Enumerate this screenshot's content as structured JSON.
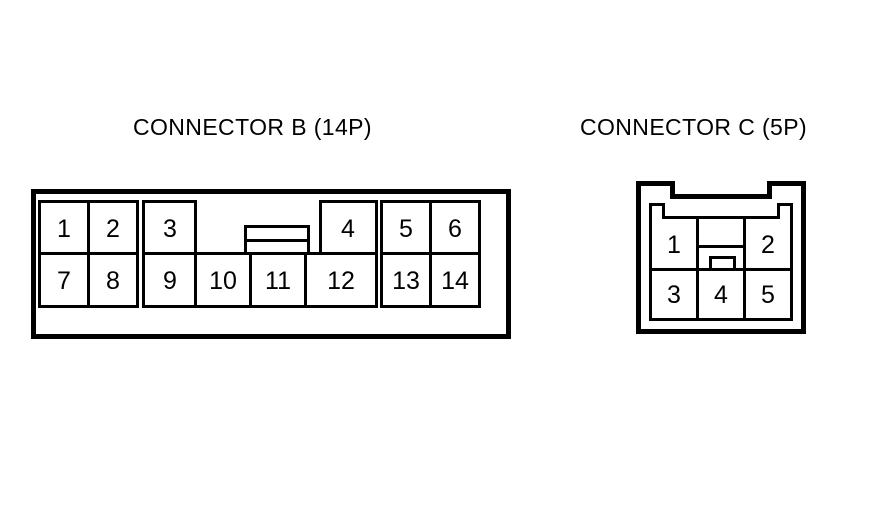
{
  "page": {
    "background_color": "#ffffff",
    "line_color": "#000000",
    "type": "connector-pinout-diagram"
  },
  "connectors": [
    {
      "id": "connector-b",
      "title": "CONNECTOR B (14P)",
      "pin_count": "14P",
      "name": "CONNECTOR B",
      "rows": [
        {
          "row": "top",
          "pins": [
            "1",
            "2",
            "3",
            "4",
            "5",
            "6"
          ]
        },
        {
          "row": "bottom",
          "pins": [
            "7",
            "8",
            "9",
            "10",
            "11",
            "12",
            "13",
            "14"
          ]
        }
      ],
      "pins": [
        "1",
        "2",
        "3",
        "4",
        "5",
        "6",
        "7",
        "8",
        "9",
        "10",
        "11",
        "12",
        "13",
        "14"
      ],
      "center_tab": "locking-tab"
    },
    {
      "id": "connector-c",
      "title": "CONNECTOR C (5P)",
      "pin_count": "5P",
      "name": "CONNECTOR C",
      "rows": [
        {
          "row": "top",
          "pins": [
            "1",
            "2"
          ]
        },
        {
          "row": "bottom",
          "pins": [
            "3",
            "4",
            "5"
          ]
        }
      ],
      "pins": [
        "1",
        "2",
        "3",
        "4",
        "5"
      ],
      "center_tab": "locking-tab"
    }
  ]
}
